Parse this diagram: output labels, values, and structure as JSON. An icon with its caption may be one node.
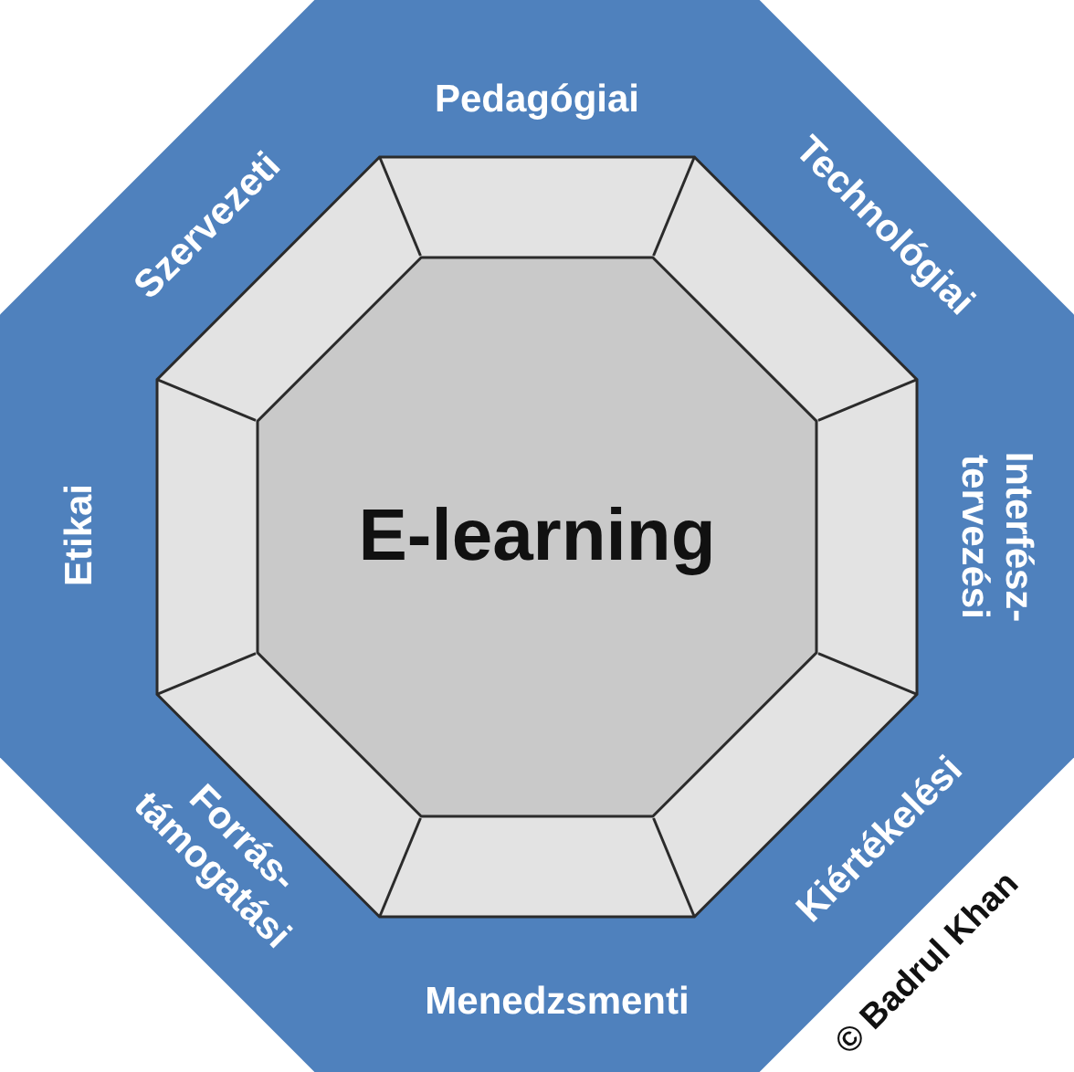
{
  "diagram": {
    "nodes": [
      {
        "text": [
          "Pedagógiai",
          "Technológiai",
          "Interfész- tervezési",
          "Kiértékelési",
          "Menedzsmenti",
          "Forrás- támogatási",
          "Etikai",
          "Szervezeti"
        ]
      },
      {
        "text": [
          "E-learning"
        ],
        "in": 0
      }
    ],
    "labels": [
      "© Badrul Khan"
    ]
  }
}
